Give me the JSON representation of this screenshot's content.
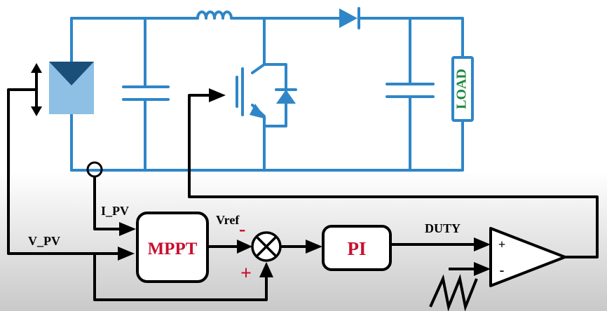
{
  "diagram": {
    "labels": {
      "load": "LOAD",
      "i_pv": "I_PV",
      "v_pv": "V_PV",
      "vref": "Vref",
      "duty": "DUTY",
      "mppt": "MPPT",
      "pi": "PI",
      "minus_sign": "-",
      "plus_sign": "+",
      "comp_plus": "+",
      "comp_minus": "-"
    },
    "colors": {
      "circuit": "#2e86c8",
      "panel_light": "#8ec0e6",
      "panel_dark": "#1a4f7a",
      "load_text": "#1c8a3c",
      "block_text": "#c8102e",
      "control_line": "#000000"
    },
    "icons": [
      "solar-panel-icon",
      "inductor-icon",
      "diode-icon",
      "igbt-icon",
      "capacitor-icon",
      "summing-junction-icon",
      "comparator-icon",
      "sawtooth-icon",
      "current-sensor-icon"
    ]
  }
}
